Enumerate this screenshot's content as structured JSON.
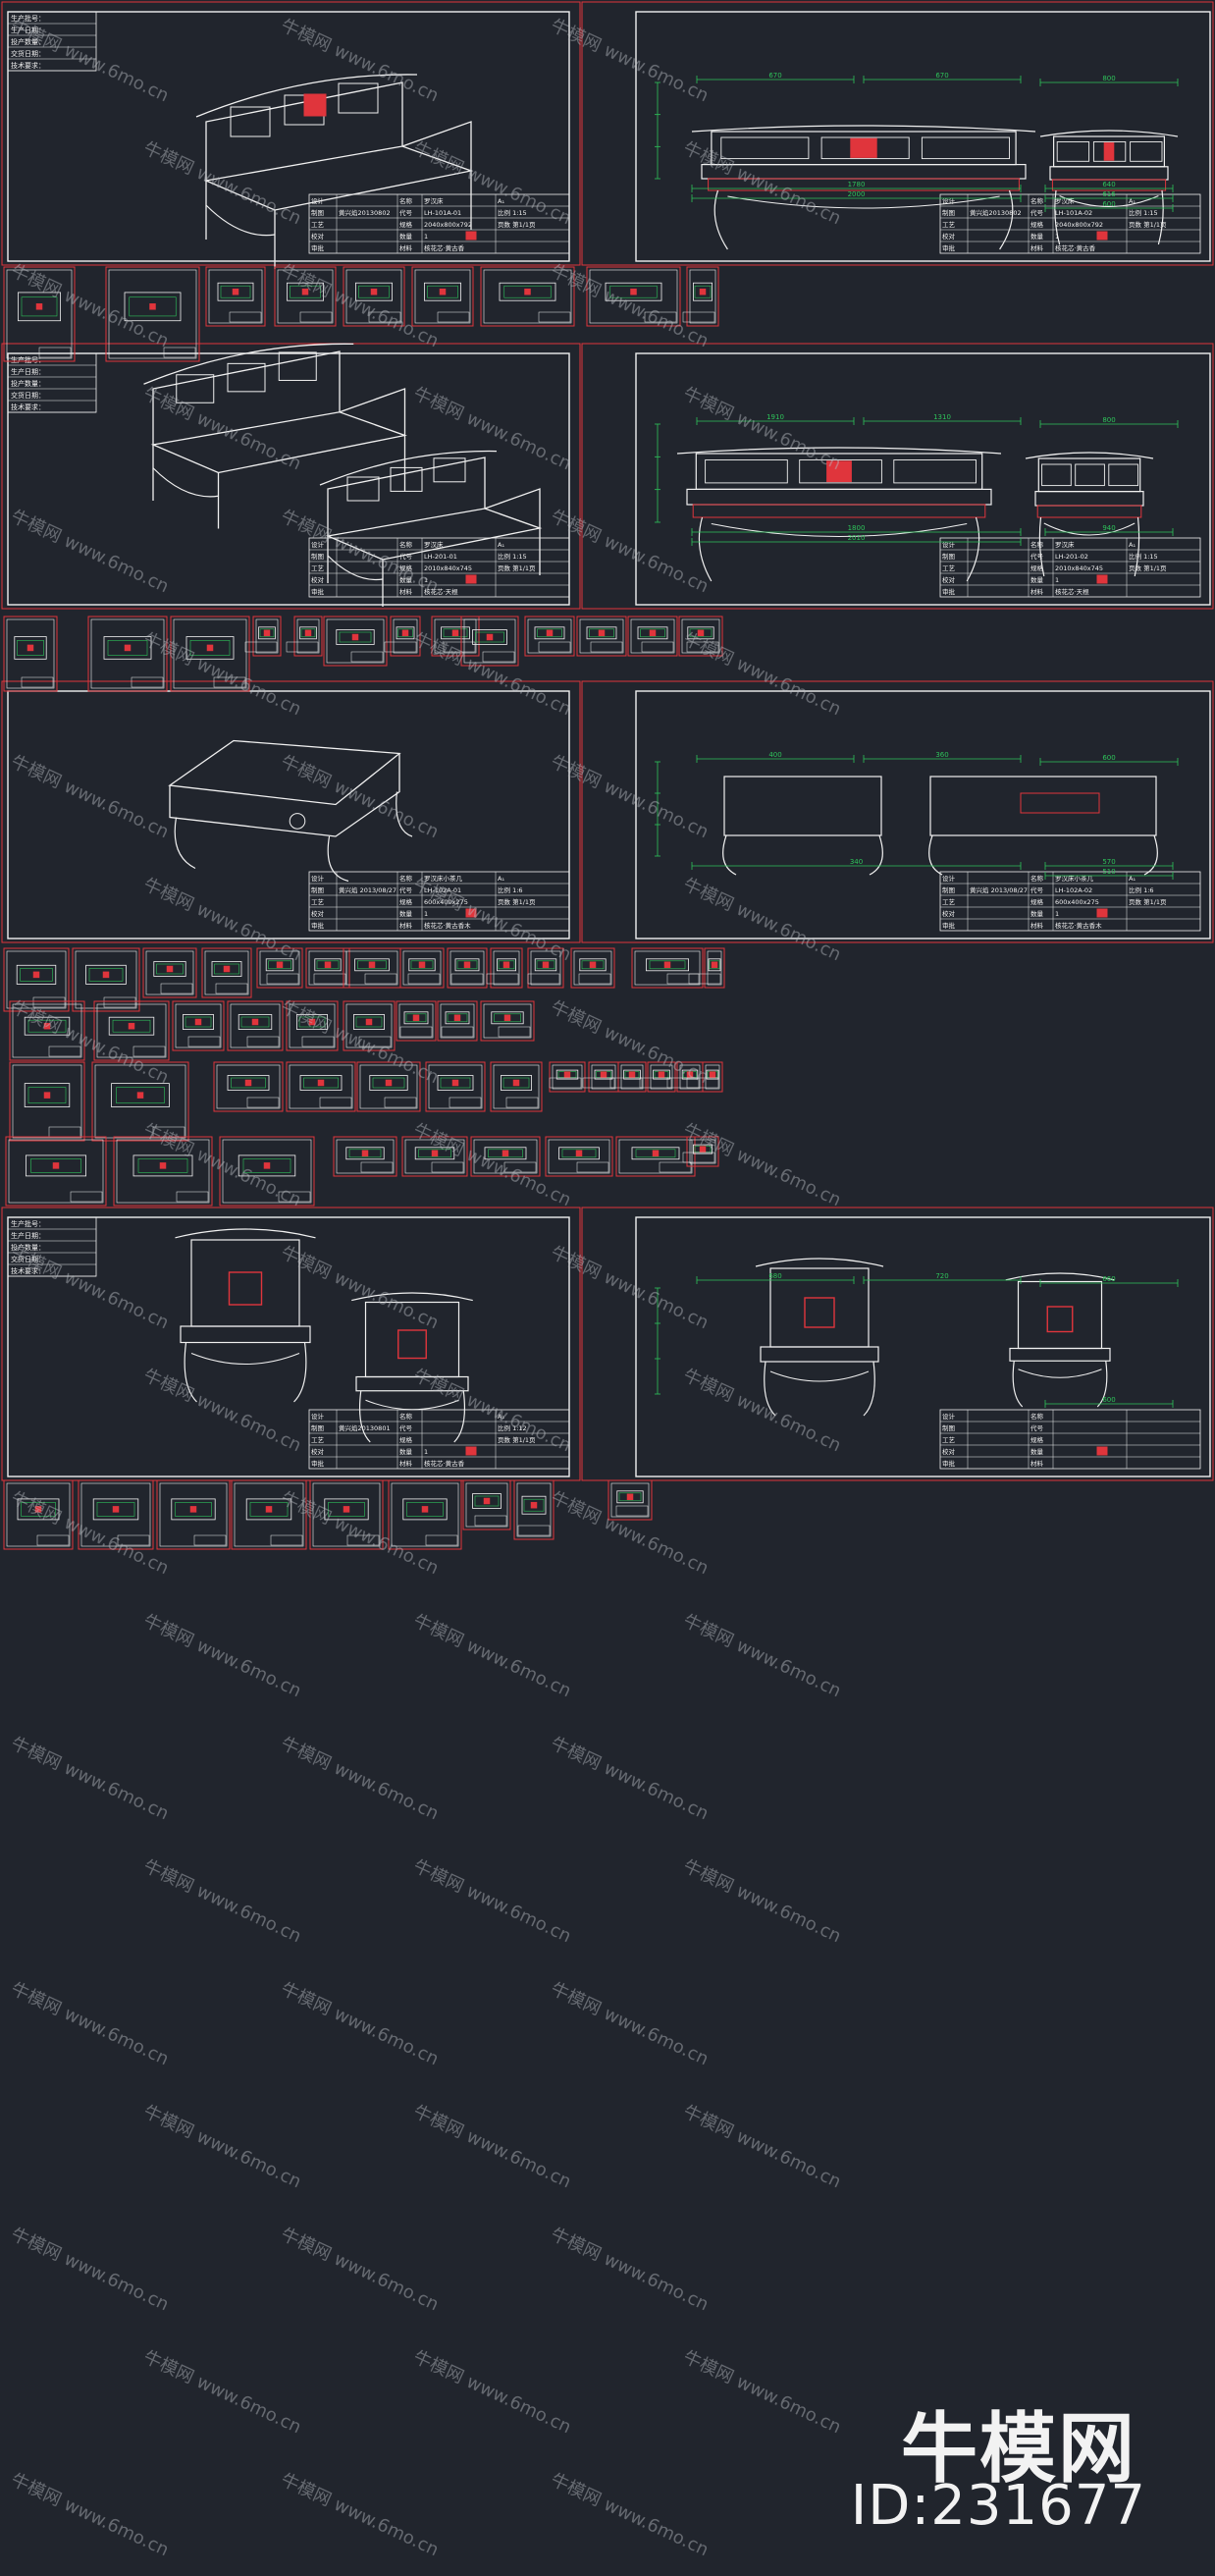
{
  "colors": {
    "background": "#21252d",
    "border": "#e0353c",
    "line": "#f0f0f0",
    "dimension": "#2ec45a",
    "accent": "#e0353c",
    "watermark": "#b9bcc3"
  },
  "watermark": {
    "tile_text": "牛模网 www.6mo.cn",
    "brand": "牛模网",
    "id": "ID:231677"
  },
  "sheets": [
    {
      "left_fields": [
        "生产批号：",
        "生产日期：",
        "投产数量：",
        "交货日期：",
        "技术要求："
      ],
      "left_rows": [
        [
          "设计",
          "",
          "名称",
          "罗汉床",
          "A₁"
        ],
        [
          "制图",
          "黄兴焰20130802",
          "代号",
          "LH-101A-01",
          "比例 1:15"
        ],
        [
          "工艺",
          "",
          "规格",
          "2040x800x792",
          "页数 第1/1页"
        ],
        [
          "校对",
          "",
          "数量",
          "1",
          ""
        ],
        [
          "审批",
          "",
          "材料",
          "核花芯·黄古香",
          ""
        ]
      ],
      "right_rows": [
        [
          "设计",
          "",
          "名称",
          "罗汉床",
          "A₁"
        ],
        [
          "制图",
          "黄兴焰20130802",
          "代号",
          "LH-101A-02",
          "比例 1:15"
        ],
        [
          "工艺",
          "",
          "规格",
          "2040x800x792",
          "页数 第1/1页"
        ],
        [
          "校对",
          "",
          "数量",
          "1",
          ""
        ],
        [
          "审批",
          "",
          "材料",
          "核花芯·黄古香",
          ""
        ]
      ],
      "dims_front": [
        "670",
        "670",
        "1780",
        "2000"
      ],
      "dims_side": [
        "800",
        "640",
        "616",
        "600"
      ]
    },
    {
      "left_fields": [
        "生产批号：",
        "生产日期：",
        "投产数量：",
        "交货日期：",
        "技术要求："
      ],
      "left_rows": [
        [
          "设计",
          "",
          "名称",
          "罗汉床",
          "A₁"
        ],
        [
          "制图",
          "",
          "代号",
          "LH-201-01",
          "比例 1:15"
        ],
        [
          "工艺",
          "",
          "规格",
          "2010x840x745",
          "页数 第1/1页"
        ],
        [
          "校对",
          "",
          "数量",
          "1",
          ""
        ],
        [
          "审批",
          "",
          "材料",
          "核花芯·天根",
          ""
        ]
      ],
      "right_rows": [
        [
          "设计",
          "",
          "名称",
          "罗汉床",
          "A₁"
        ],
        [
          "制图",
          "",
          "代号",
          "LH-201-02",
          "比例 1:15"
        ],
        [
          "工艺",
          "",
          "规格",
          "2010x840x745",
          "页数 第1/1页"
        ],
        [
          "校对",
          "",
          "数量",
          "1",
          ""
        ],
        [
          "审批",
          "",
          "材料",
          "核花芯·天根",
          ""
        ]
      ],
      "dims_front": [
        "1910",
        "1310",
        "1800",
        "2010"
      ],
      "dims_side": [
        "800",
        "940"
      ]
    },
    {
      "left_fields": [],
      "left_rows": [
        [
          "设计",
          "",
          "名称",
          "罗汉床小茶几",
          "A₁"
        ],
        [
          "制图",
          "黄兴焰 2013/08/27",
          "代号",
          "LH-102A-01",
          "比例 1:6"
        ],
        [
          "工艺",
          "",
          "规格",
          "600x400x275",
          "页数 第1/1页"
        ],
        [
          "校对",
          "",
          "数量",
          "1",
          ""
        ],
        [
          "审批",
          "",
          "材料",
          "核花芯·黄古香木",
          ""
        ]
      ],
      "right_rows": [
        [
          "设计",
          "",
          "名称",
          "罗汉床小茶几",
          "A₁"
        ],
        [
          "制图",
          "黄兴焰 2013/08/27",
          "代号",
          "LH-102A-02",
          "比例 1:6"
        ],
        [
          "工艺",
          "",
          "规格",
          "600x400x275",
          "页数 第1/1页"
        ],
        [
          "校对",
          "",
          "数量",
          "1",
          ""
        ],
        [
          "审批",
          "",
          "材料",
          "核花芯·黄古香木",
          ""
        ]
      ],
      "dims_front": [
        "400",
        "360",
        "340"
      ],
      "dims_side": [
        "600",
        "570",
        "510"
      ]
    },
    {
      "left_fields": [
        "生产批号：",
        "生产日期：",
        "投产数量：",
        "交货日期：",
        "技术要求："
      ],
      "left_rows": [
        [
          "设计",
          "",
          "名称",
          "",
          "A₁"
        ],
        [
          "制图",
          "黄兴焰20130801",
          "代号",
          "",
          "比例 1:12"
        ],
        [
          "工艺",
          "",
          "规格",
          "",
          "页数 第1/1页"
        ],
        [
          "校对",
          "",
          "数量",
          "1",
          ""
        ],
        [
          "审批",
          "",
          "材料",
          "核花芯·黄古香",
          ""
        ]
      ],
      "right_rows": [
        [
          "设计",
          "",
          "名称",
          "",
          ""
        ],
        [
          "制图",
          "",
          "代号",
          "",
          ""
        ],
        [
          "工艺",
          "",
          "规格",
          "",
          ""
        ],
        [
          "校对",
          "",
          "数量",
          "",
          ""
        ],
        [
          "审批",
          "",
          "材料",
          "",
          ""
        ]
      ],
      "dims_front": [
        "680",
        "720"
      ],
      "dims_side": [
        "660",
        "600"
      ]
    }
  ]
}
